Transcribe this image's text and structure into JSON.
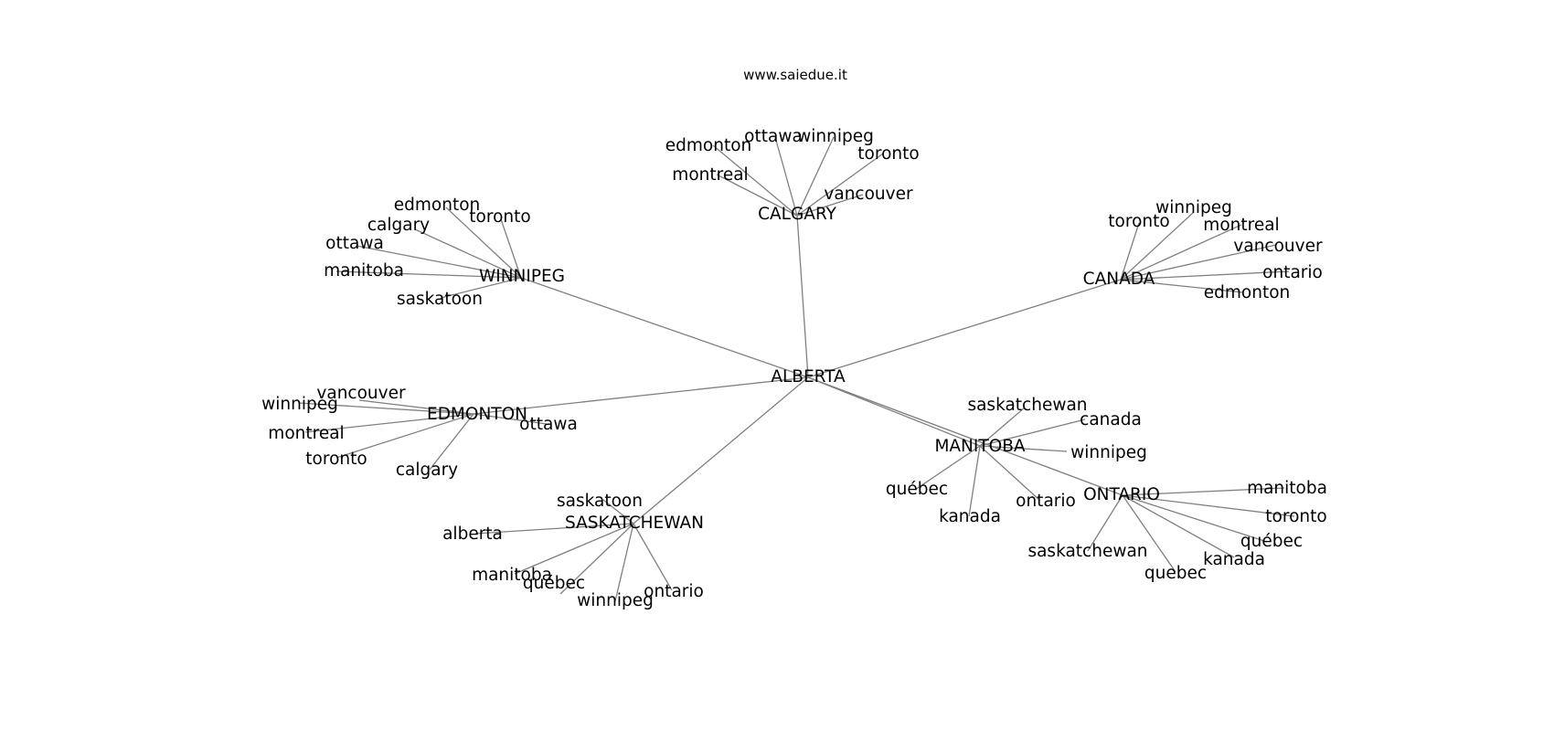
{
  "title": "www.saiedue.it",
  "chart_data": {
    "type": "network",
    "title": "www.saiedue.it",
    "root": "ALBERTA",
    "edge_color": "#808080",
    "text_color": "#000000",
    "background": "#ffffff",
    "hubs": [
      {
        "id": "CALGARY",
        "label": "CALGARY",
        "children": [
          "edmonton",
          "ottawa",
          "winnipeg",
          "toronto",
          "montreal",
          "vancouver"
        ]
      },
      {
        "id": "WINNIPEG",
        "label": "WINNIPEG",
        "children": [
          "edmonton",
          "toronto",
          "calgary",
          "ottawa",
          "manitoba",
          "saskatoon"
        ]
      },
      {
        "id": "CANADA",
        "label": "CANADA",
        "children": [
          "winnipeg",
          "toronto",
          "montreal",
          "vancouver",
          "ontario",
          "edmonton"
        ]
      },
      {
        "id": "EDMONTON",
        "label": "EDMONTON",
        "children": [
          "vancouver",
          "winnipeg",
          "ottawa",
          "montreal",
          "toronto",
          "calgary"
        ]
      },
      {
        "id": "SASKATCHEWAN",
        "label": "SASKATCHEWAN",
        "children": [
          "saskatoon",
          "alberta",
          "manitoba",
          "québec",
          "winnipeg",
          "ontario"
        ]
      },
      {
        "id": "MANITOBA",
        "label": "MANITOBA",
        "children": [
          "saskatchewan",
          "canada",
          "winnipeg",
          "québec",
          "ontario",
          "kanada"
        ]
      },
      {
        "id": "ONTARIO",
        "label": "ONTARIO",
        "children": [
          "manitoba",
          "toronto",
          "québec",
          "saskatchewan",
          "kanada",
          "quebec"
        ]
      }
    ]
  }
}
